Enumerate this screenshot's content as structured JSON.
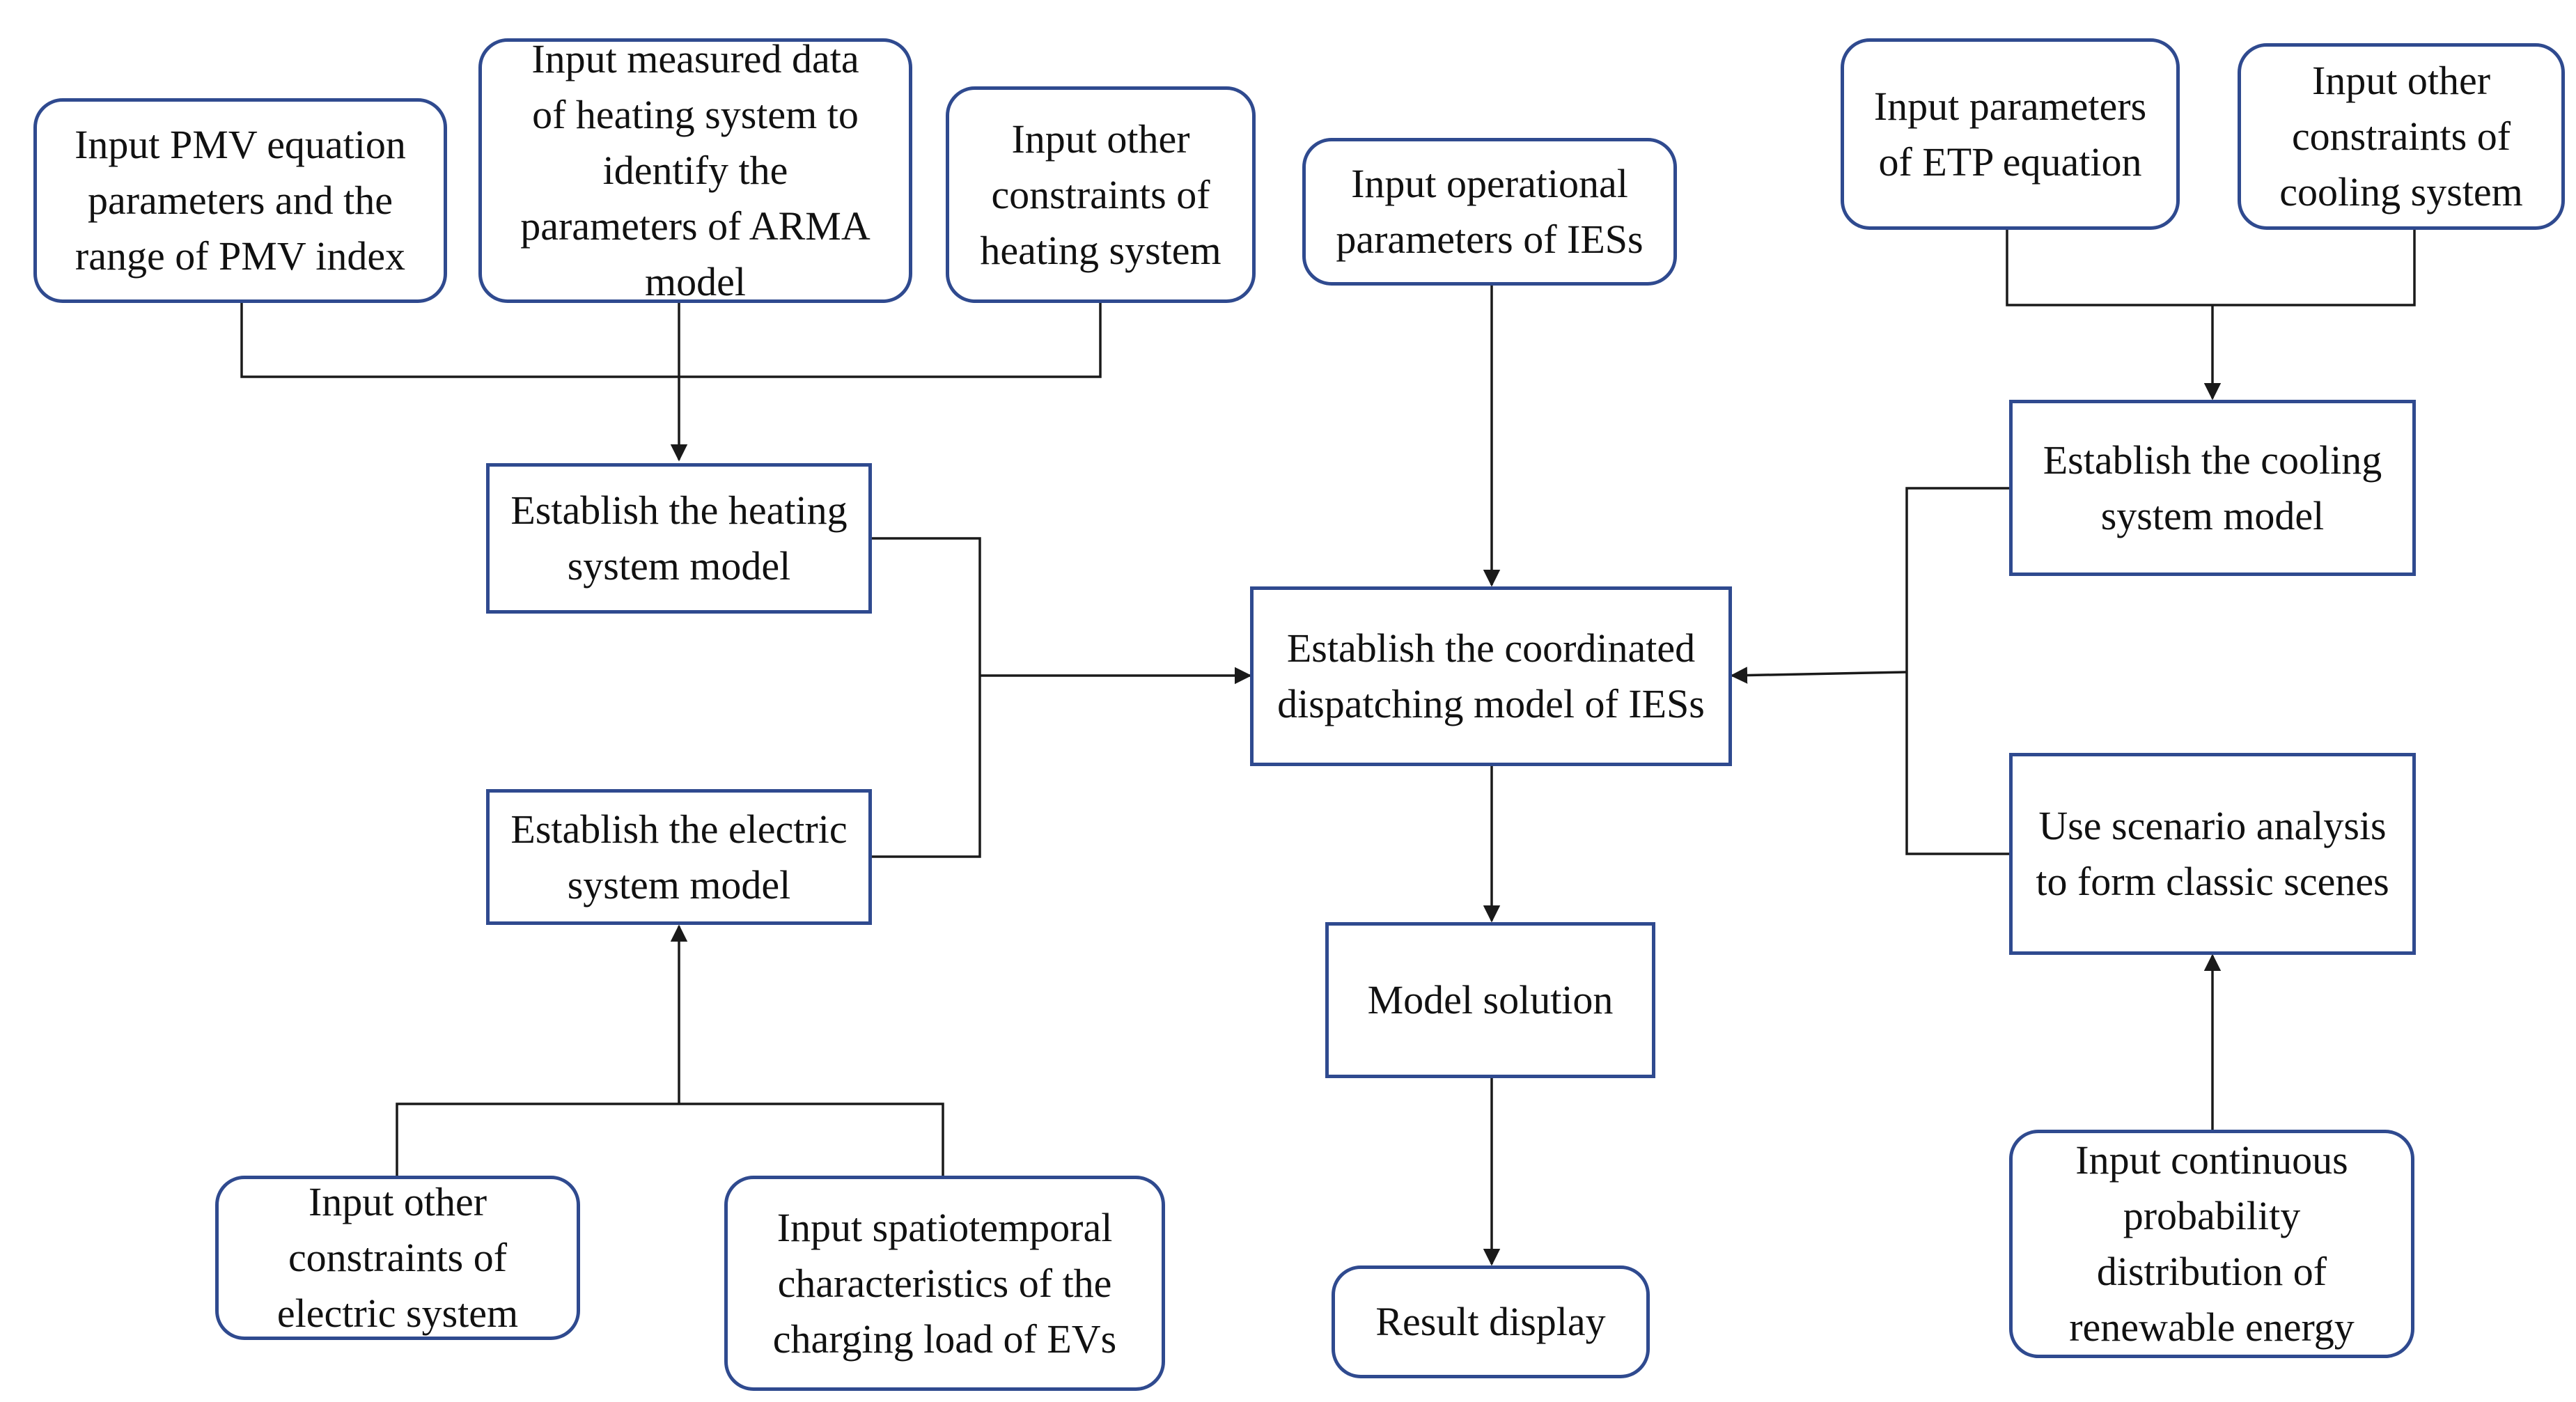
{
  "colors": {
    "border": "#2f4a8f",
    "line": "#1a1a1a"
  },
  "nodes": {
    "pmv": "Input PMV equation\nparameters and the\nrange of PMV index",
    "measured": "Input measured data\nof heating system to\nidentify the\nparameters of ARMA\nmodel",
    "heat_constraints": "Input other\nconstraints of\nheating system",
    "operational": "Input operational\nparameters of IESs",
    "etp": "Input parameters\nof ETP equation",
    "cool_constraints": "Input other\nconstraints of\ncooling system",
    "heating_model": "Establish the heating\nsystem model",
    "electric_model": "Establish the electric\nsystem model",
    "dispatch_model": "Establish the coordinated\ndispatching model of IESs",
    "cooling_model": "Establish the cooling\nsystem model",
    "scenario": "Use scenario analysis\nto form classic scenes",
    "solution": "Model solution",
    "result": "Result display",
    "elec_constraints": "Input other\nconstraints of\nelectric system",
    "ev": "Input spatiotemporal\ncharacteristics of the\ncharging load of EVs",
    "renewable": "Input continuous\nprobability\ndistribution of\nrenewable energy"
  }
}
